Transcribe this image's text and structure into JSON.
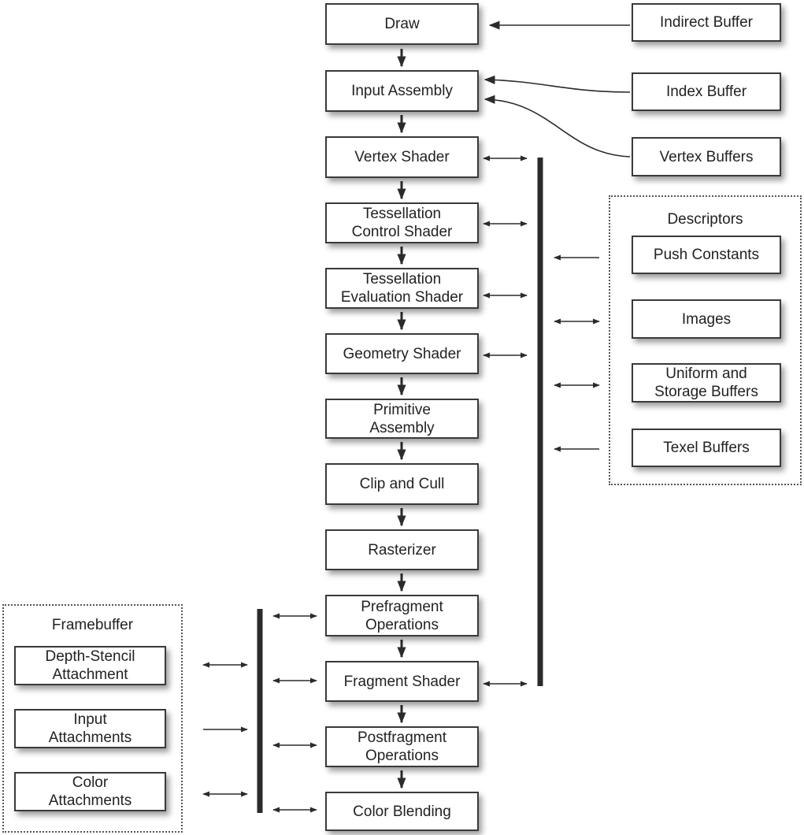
{
  "pipeline": {
    "draw": "Draw",
    "input_assembly": "Input Assembly",
    "vertex_shader": "Vertex Shader",
    "tess_control": "Tessellation\nControl Shader",
    "tess_eval": "Tessellation\nEvaluation Shader",
    "geometry_shader": "Geometry Shader",
    "primitive_assembly": "Primitive\nAssembly",
    "clip_cull": "Clip and Cull",
    "rasterizer": "Rasterizer",
    "prefragment": "Prefragment\nOperations",
    "fragment_shader": "Fragment Shader",
    "postfragment": "Postfragment\nOperations",
    "color_blending": "Color Blending"
  },
  "inputs": {
    "indirect_buffer": "Indirect Buffer",
    "index_buffer": "Index Buffer",
    "vertex_buffers": "Vertex Buffers"
  },
  "descriptors": {
    "title": "Descriptors",
    "push_constants": "Push Constants",
    "images": "Images",
    "uniform_storage": "Uniform and\nStorage Buffers",
    "texel_buffers": "Texel Buffers"
  },
  "framebuffer": {
    "title": "Framebuffer",
    "depth_stencil": "Depth-Stencil\nAttachment",
    "input_attachments": "Input\nAttachments",
    "color_attachments": "Color\nAttachments"
  },
  "colors": {
    "line": "#2b2b2b",
    "border": "#3a3a3a"
  }
}
